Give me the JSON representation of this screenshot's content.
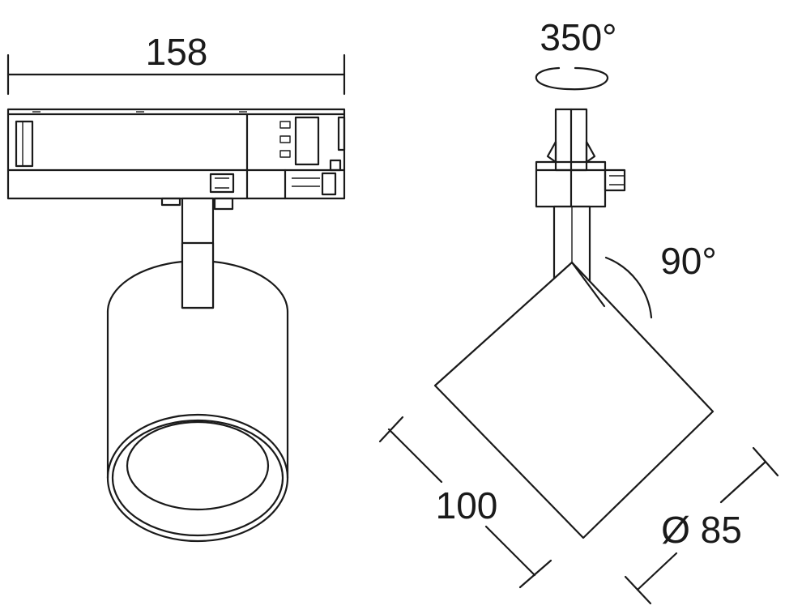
{
  "labels": {
    "width": "158",
    "rotation": "350°",
    "tilt": "90°",
    "length": "100",
    "diameter": "Ø 85"
  },
  "colors": {
    "line": "#1a1a1a",
    "background": "#ffffff"
  }
}
